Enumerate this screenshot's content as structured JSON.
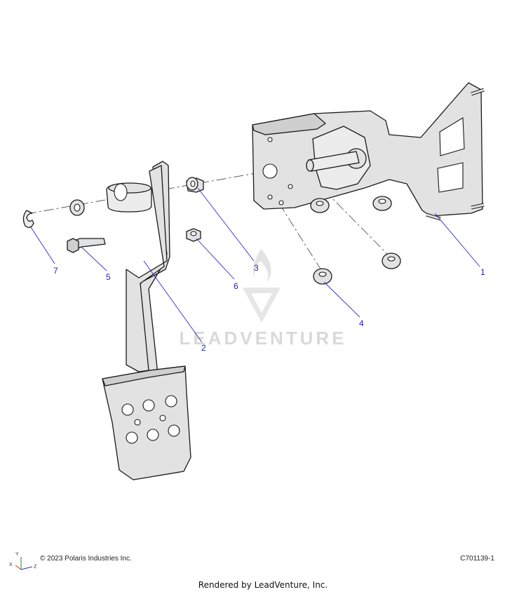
{
  "diagram": {
    "callouts": {
      "c1": "1",
      "c2": "2",
      "c3": "3",
      "c4": "4",
      "c5": "5",
      "c6": "6",
      "c7": "7"
    },
    "watermark": "LEADVENTURE",
    "axis_labels": {
      "x": "X",
      "y": "Y",
      "z": "Z"
    }
  },
  "footer": {
    "copyright": "© 2023 Polaris Industries Inc.",
    "drawing_number": "C701139-1",
    "rendered_by": "Rendered by LeadVenture, Inc."
  },
  "colors": {
    "callout": "#2222bb",
    "leader": "#2b2bc8",
    "part_fill": "#e2e2e2",
    "watermark": "#d9d9d9"
  }
}
